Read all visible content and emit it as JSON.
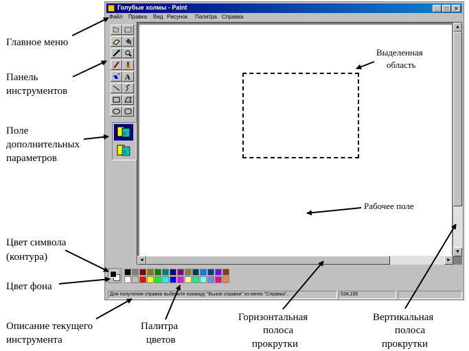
{
  "window": {
    "title": "Голубые холмы - Paint",
    "minimize_glyph": "_",
    "maximize_glyph": "□",
    "close_glyph": "×"
  },
  "menu": {
    "items": [
      "Файл",
      "Правка",
      "Вид",
      "Рисунок",
      "Палитра",
      "Справка"
    ]
  },
  "tools": [
    "free-select-icon",
    "rect-select-icon",
    "eraser-icon",
    "fill-icon",
    "color-picker-icon",
    "magnifier-icon",
    "pencil-icon",
    "brush-icon",
    "airbrush-icon",
    "text-icon",
    "line-icon",
    "curve-icon",
    "rectangle-icon",
    "polygon-icon",
    "ellipse-icon",
    "rounded-rect-icon"
  ],
  "palette": {
    "foreground": "#000000",
    "background": "#ffffff",
    "row1": [
      "#000000",
      "#808080",
      "#800000",
      "#808000",
      "#008000",
      "#008080",
      "#000080",
      "#800080",
      "#808040",
      "#004040",
      "#0080ff",
      "#004080",
      "#8000ff",
      "#804000"
    ],
    "row2": [
      "#ffffff",
      "#c0c0c0",
      "#ff0000",
      "#ffff00",
      "#00ff00",
      "#00ffff",
      "#0000ff",
      "#ff00ff",
      "#ffff80",
      "#00ff80",
      "#80ffff",
      "#8080ff",
      "#ff0080",
      "#ff8040"
    ]
  },
  "status": {
    "help_text": "Для получения справки выберите команду \"Вызов справки\" из меню \"Справка\".",
    "coords": "534,195"
  },
  "annotations": {
    "main_menu": "Главное меню",
    "toolbar_1": "Панель",
    "toolbar_2": "инструментов",
    "options_1": "Поле",
    "options_2": "дополнительных",
    "options_3": "параметров",
    "selection_1": "Выделенная",
    "selection_2": "область",
    "workspace": "Рабочее поле",
    "fg_1": "Цвет символа",
    "fg_2": "(контура)",
    "bg": "Цвет фона",
    "desc_1": "Описание текущего",
    "desc_2": "инструмента",
    "palette_1": "Палитра",
    "palette_2": "цветов",
    "hscroll_1": "Горизонтальная",
    "hscroll_2": "полоса",
    "hscroll_3": "прокрутки",
    "vscroll_1": "Вертикальная",
    "vscroll_2": "полоса",
    "vscroll_3": "прокрутки"
  }
}
